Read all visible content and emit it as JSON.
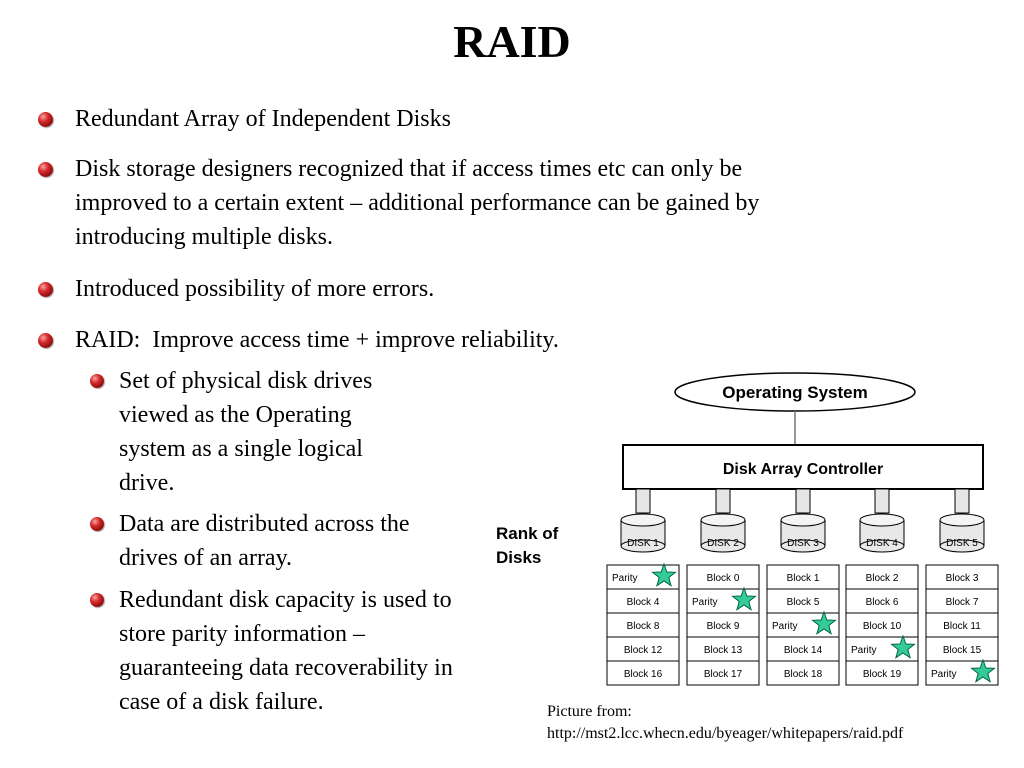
{
  "slide": {
    "title": "RAID",
    "bullets": [
      "Redundant Array of Independent Disks",
      "Disk storage designers recognized that if access times etc can only be improved to a certain extent – additional performance can be gained by introducing multiple disks.",
      "Introduced possibility of more errors.",
      "RAID:  Improve access time + improve reliability."
    ],
    "sub_bullets": [
      "Set of physical disk drives viewed as the Operating system as a single logical drive.",
      "Data are distributed across the drives of an array.",
      "Redundant disk capacity is used to store parity information – guaranteeing data recoverability in case of a disk failure."
    ],
    "caption": {
      "line1": "Picture from:",
      "line2": "http://mst2.lcc.whecn.edu/byeager/whitepapers/raid.pdf"
    }
  },
  "diagram": {
    "os_label": "Operating System",
    "controller_label": "Disk Array Controller",
    "rank_label_1": "Rank of",
    "rank_label_2": "Disks",
    "disks": [
      "DISK 1",
      "DISK 2",
      "DISK 3",
      "DISK 4",
      "DISK 5"
    ],
    "blocks": [
      [
        "Parity",
        "Block 4",
        "Block 8",
        "Block 12",
        "Block 16"
      ],
      [
        "Block 0",
        "Parity",
        "Block 9",
        "Block 13",
        "Block 17"
      ],
      [
        "Block 1",
        "Block 5",
        "Parity",
        "Block 14",
        "Block 18"
      ],
      [
        "Block 2",
        "Block 6",
        "Block 10",
        "Parity",
        "Block 19"
      ],
      [
        "Block 3",
        "Block 7",
        "Block 11",
        "Block 15",
        "Parity"
      ]
    ],
    "star_icon": "star-icon",
    "star_color": "#33cc99"
  }
}
